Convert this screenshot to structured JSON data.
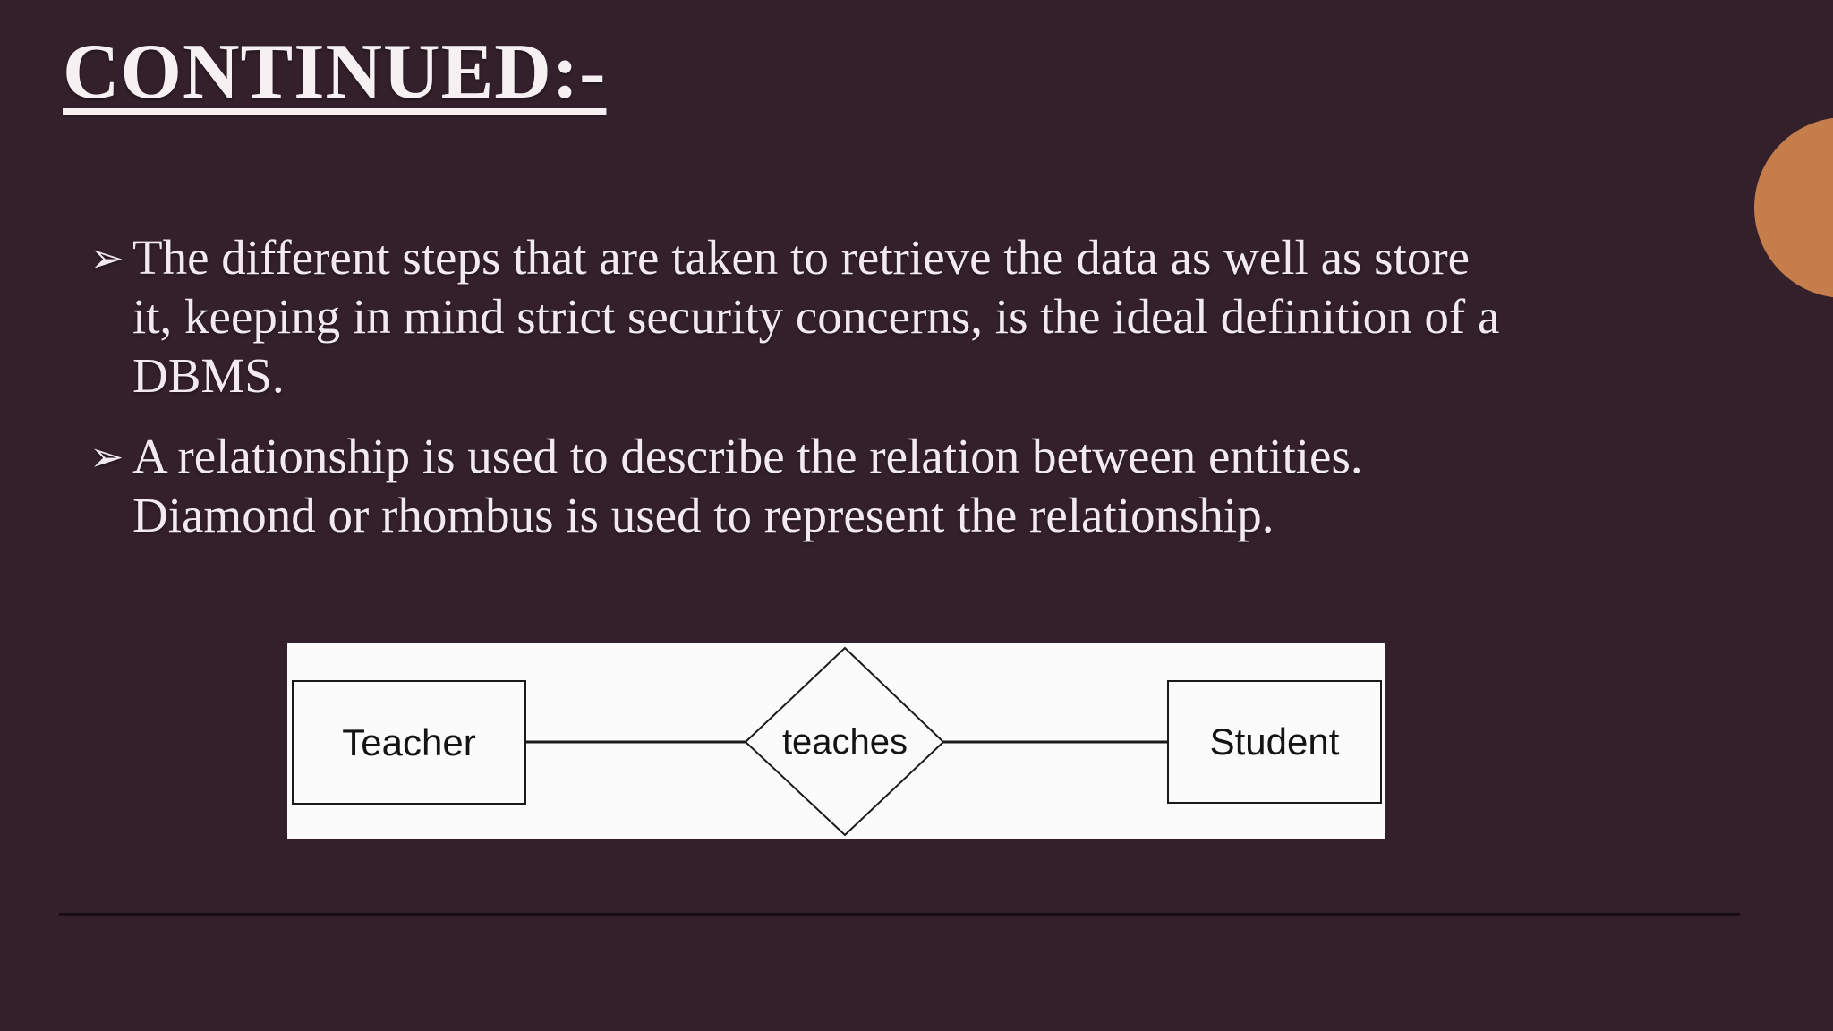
{
  "slide": {
    "title": "CONTINUED:-",
    "bullet_glyph": "➢",
    "bullets": [
      {
        "lines": [
          "The different steps that are taken to retrieve the data as well as store",
          "it, keeping in mind strict security concerns, is the ideal definition of a",
          "DBMS."
        ]
      },
      {
        "lines": [
          "A relationship is used to describe the relation between entities.",
          "Diamond or rhombus is used to represent the relationship."
        ]
      }
    ],
    "diagram": {
      "entity_left": "Teacher",
      "relationship": "teaches",
      "entity_right": "Student"
    },
    "colors": {
      "background": "#33202a",
      "text": "#f2eaee",
      "accent_circle": "#c57e4b",
      "diagram_background": "#fcfbfc",
      "diagram_stroke": "#1a1a1a",
      "divider": "#170d13"
    }
  }
}
